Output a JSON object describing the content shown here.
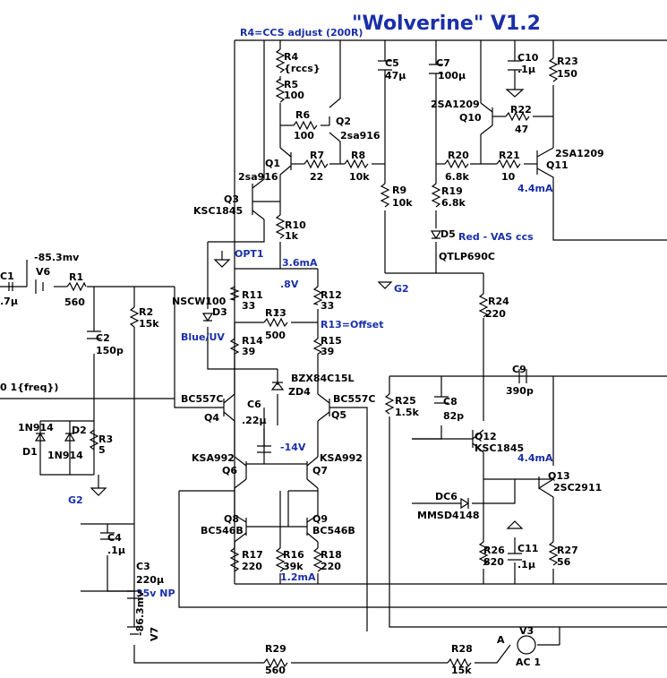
{
  "title": "\"Wolverine\" V1.2",
  "header_note": "R4=CCS adjust (200R)",
  "notes": {
    "ccs_current": "3.6mA",
    "v_8": ".8V",
    "offset": "R13=Offset",
    "v_14": "-14V",
    "i_12": "1.2mA",
    "i_44a": "4.4mA",
    "i_44b": "4.4mA",
    "vas_ccs": "Red -  VAS ccs",
    "v6_val": "-85.3mv",
    "v7_val": "-86.3mv",
    "freq": "0 1{freq})",
    "node_a": "A",
    "g2a": "G2",
    "g2b": "G2",
    "opt1": "OPT1"
  },
  "components": {
    "R4": {
      "ref": "R4",
      "val": "{rccs}"
    },
    "R5": {
      "ref": "R5",
      "val": "100"
    },
    "R6": {
      "ref": "R6",
      "val": "100"
    },
    "R7": {
      "ref": "R7",
      "val": "22"
    },
    "R8": {
      "ref": "R8",
      "val": "10k"
    },
    "R9": {
      "ref": "R9",
      "val": "10k"
    },
    "R10": {
      "ref": "R10",
      "val": "1k"
    },
    "R11": {
      "ref": "R11",
      "val": "33"
    },
    "R12": {
      "ref": "R12",
      "val": "33"
    },
    "R13": {
      "ref": "R13",
      "val": "500"
    },
    "R14": {
      "ref": "R14",
      "val": "39"
    },
    "R15": {
      "ref": "R15",
      "val": "39"
    },
    "R16": {
      "ref": "R16",
      "val": "39k"
    },
    "R17": {
      "ref": "R17",
      "val": "220"
    },
    "R18": {
      "ref": "R18",
      "val": "220"
    },
    "R19": {
      "ref": "R19",
      "val": "6.8k"
    },
    "R20": {
      "ref": "R20",
      "val": "6.8k"
    },
    "R21": {
      "ref": "R21",
      "val": "10"
    },
    "R22": {
      "ref": "R22",
      "val": "47"
    },
    "R23": {
      "ref": "R23",
      "val": "150"
    },
    "R24": {
      "ref": "R24",
      "val": "220"
    },
    "R25": {
      "ref": "R25",
      "val": "1.5k"
    },
    "R26": {
      "ref": "R26",
      "val": "820"
    },
    "R27": {
      "ref": "R27",
      "val": "56"
    },
    "R28": {
      "ref": "R28",
      "val": "15k"
    },
    "R29": {
      "ref": "R29",
      "val": "560"
    },
    "R1": {
      "ref": "R1",
      "val": "560"
    },
    "R2": {
      "ref": "R2",
      "val": "15k"
    },
    "R3": {
      "ref": "R3",
      "val": "5"
    },
    "C1": {
      "ref": "C1",
      "val": ".7µ"
    },
    "C2": {
      "ref": "C2",
      "val": "150p"
    },
    "C3": {
      "ref": "C3",
      "val": "220µ"
    },
    "C3b": {
      "ref": "",
      "val": "35v NP"
    },
    "C4": {
      "ref": "C4",
      "val": ".1µ"
    },
    "C5": {
      "ref": "C5",
      "val": "47µ"
    },
    "C6": {
      "ref": "C6",
      "val": ".22µ"
    },
    "C7": {
      "ref": "C7",
      "val": "100µ"
    },
    "C8": {
      "ref": "C8",
      "val": "82p"
    },
    "C9": {
      "ref": "C9",
      "val": "390p"
    },
    "C10": {
      "ref": "C10",
      "val": ".1µ"
    },
    "C11": {
      "ref": "C11",
      "val": ".1µ"
    },
    "Q1": {
      "ref": "Q1",
      "val": "2sa916"
    },
    "Q2": {
      "ref": "Q2",
      "val": "2sa916"
    },
    "Q3": {
      "ref": "Q3",
      "val": "KSC1845"
    },
    "Q4": {
      "ref": "Q4",
      "val": "BC557C"
    },
    "Q5": {
      "ref": "Q5",
      "val": "BC557C"
    },
    "Q6": {
      "ref": "Q6",
      "val": "KSA992"
    },
    "Q7": {
      "ref": "Q7",
      "val": "KSA992"
    },
    "Q8": {
      "ref": "Q8",
      "val": "BC546B"
    },
    "Q9": {
      "ref": "Q9",
      "val": "BC546B"
    },
    "Q10": {
      "ref": "Q10",
      "val": "2SA1209"
    },
    "Q11": {
      "ref": "Q11",
      "val": "2SA1209"
    },
    "Q12": {
      "ref": "Q12",
      "val": "KSC1845"
    },
    "Q13": {
      "ref": "Q13",
      "val": "2SC2911"
    },
    "D1": {
      "ref": "D1",
      "val": "1N914"
    },
    "D2": {
      "ref": "D2",
      "val": "1N914"
    },
    "D3": {
      "ref": "D3",
      "val": "NSCW100"
    },
    "D3b": {
      "ref": "",
      "val": "Blue/UV"
    },
    "D5": {
      "ref": "D5",
      "val": "QTLP690C"
    },
    "DC6": {
      "ref": "DC6",
      "val": "MMSD4148"
    },
    "ZD4": {
      "ref": "ZD4",
      "val": "BZX84C15L"
    },
    "V3": {
      "ref": "V3",
      "val": "AC 1"
    },
    "V6": {
      "ref": "V6",
      "val": ""
    },
    "V7": {
      "ref": "V7",
      "val": ""
    }
  }
}
